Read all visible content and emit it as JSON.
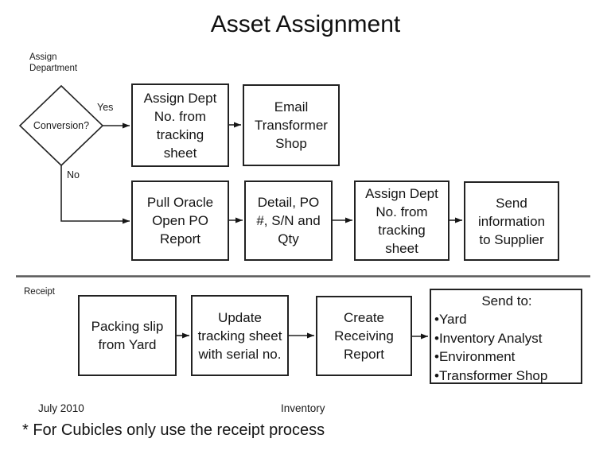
{
  "title": "Asset Assignment",
  "colors": {
    "background": "#ffffff",
    "line": "#222222",
    "divider": "#595959",
    "text": "#111111"
  },
  "flow_top": {
    "section_label_lines": [
      "Assign",
      "Department"
    ],
    "decision": {
      "label": "Conversion?"
    },
    "branch_yes": "Yes",
    "branch_no": "No",
    "row1_boxes": [
      {
        "id": "assign-dept-from-tracking-sheet",
        "lines": [
          "Assign Dept",
          "No. from",
          "tracking",
          "sheet"
        ]
      },
      {
        "id": "email-transformer-shop",
        "lines": [
          "Email",
          "Transformer",
          "Shop"
        ]
      }
    ],
    "row2_boxes": [
      {
        "id": "pull-oracle-open-po-report",
        "lines": [
          "Pull Oracle",
          "Open PO",
          "Report"
        ]
      },
      {
        "id": "detail-po-sn-qty",
        "lines": [
          "Detail, PO",
          "#, S/N and",
          "Qty"
        ]
      },
      {
        "id": "assign-dept-from-tracking-sheet-2",
        "lines": [
          "Assign Dept",
          "No. from",
          "tracking",
          "sheet"
        ]
      },
      {
        "id": "send-information-to-supplier",
        "lines": [
          "Send",
          "information",
          "to Supplier"
        ]
      }
    ]
  },
  "receipt": {
    "section_label": "Receipt",
    "boxes": [
      {
        "id": "packing-slip-from-yard",
        "lines": [
          "Packing slip",
          "from Yard"
        ]
      },
      {
        "id": "update-tracking-sheet",
        "lines": [
          "Update",
          "tracking sheet",
          "with serial no."
        ]
      },
      {
        "id": "create-receiving-report",
        "lines": [
          "Create",
          "Receiving",
          "Report"
        ]
      }
    ],
    "send_to": {
      "heading": "Send to:",
      "items": [
        "•Yard",
        "•Inventory Analyst",
        "•Environment",
        "•Transformer Shop"
      ]
    }
  },
  "footer": {
    "date": "July 2010",
    "center": "Inventory",
    "note": "* For Cubicles only use the receipt process"
  }
}
